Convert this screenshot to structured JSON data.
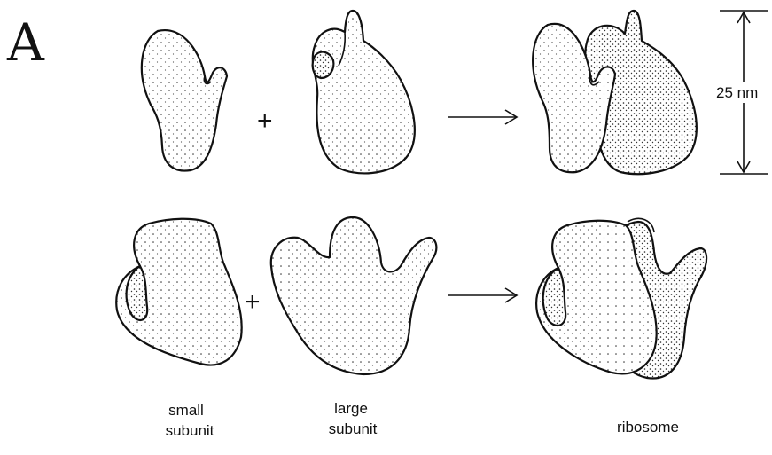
{
  "figure": {
    "panel_label": "A",
    "plus_sign": "+",
    "scale_bar_label": "25 nm",
    "captions": {
      "small_subunit": [
        "small",
        "subunit"
      ],
      "large_subunit": [
        "large",
        "subunit"
      ],
      "ribosome": "ribosome"
    }
  }
}
